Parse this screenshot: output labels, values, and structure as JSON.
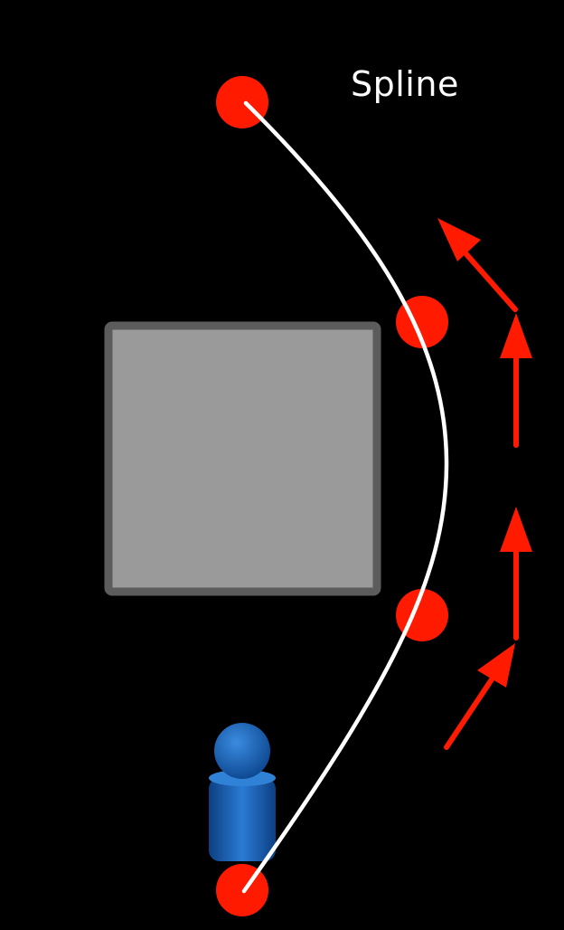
{
  "diagram": {
    "title": "Spline",
    "colors": {
      "background": "#000000",
      "control_point": "#ff1a00",
      "curve": "#ffffff",
      "arrow": "#ff1a00",
      "obstacle_fill": "#9a9a9a",
      "obstacle_border": "#5c5c5c",
      "character": "#1a5fb4"
    },
    "icons": {
      "control_point": "red-circle",
      "obstacle": "gray-square",
      "character": "blue-pawn",
      "direction": "red-arrow"
    },
    "control_points_count": 4,
    "direction_arrows_count": 4
  }
}
